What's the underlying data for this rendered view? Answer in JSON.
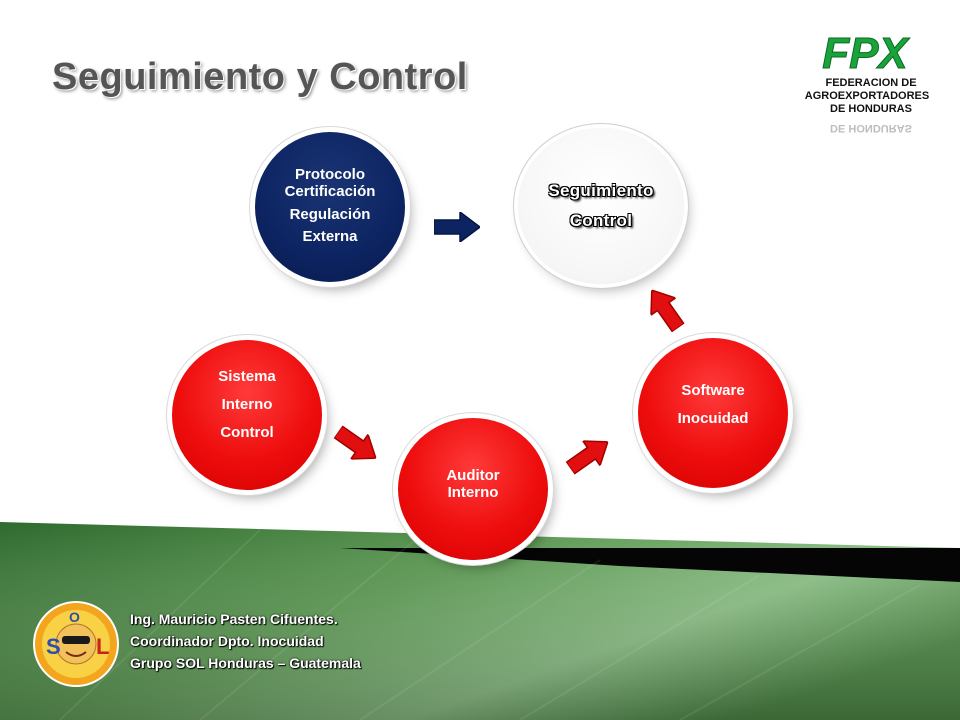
{
  "slide": {
    "title": "Seguimiento y Control"
  },
  "logo": {
    "mark": "FPX",
    "text_lines": [
      "FEDERACION DE",
      "AGROEXPORTADORES",
      "DE HONDURAS"
    ],
    "reflection": "DE HONDURAS",
    "color": "#1aa33a"
  },
  "diagram": {
    "protocolo": {
      "lines": [
        "Protocolo Certificación",
        "Regulación",
        "Externa"
      ],
      "color": "#0d2462"
    },
    "seguimiento": {
      "lines": [
        "Seguimiento",
        "Control"
      ],
      "color": "#ffffff"
    },
    "sistema": {
      "lines": [
        "Sistema",
        "Interno",
        "Control"
      ],
      "color": "#ee0d0d"
    },
    "auditor": {
      "lines": [
        "Auditor Interno"
      ],
      "color": "#ee0d0d"
    },
    "software": {
      "lines": [
        "Software",
        "Inocuidad"
      ],
      "color": "#ee0d0d"
    }
  },
  "colors": {
    "green_dark": "#2f6a2e",
    "green_light": "#8cbf86",
    "arrow_red": "#e10f0f",
    "arrow_navy": "#0d2462"
  },
  "footer": {
    "name": "Ing. Mauricio  Pasten  Cifuentes.",
    "role": "Coordinador Dpto. Inocuidad",
    "company": "Grupo SOL  Honduras – Guatemala"
  },
  "sol_logo": {
    "letters": [
      "S",
      "O",
      "L"
    ]
  }
}
